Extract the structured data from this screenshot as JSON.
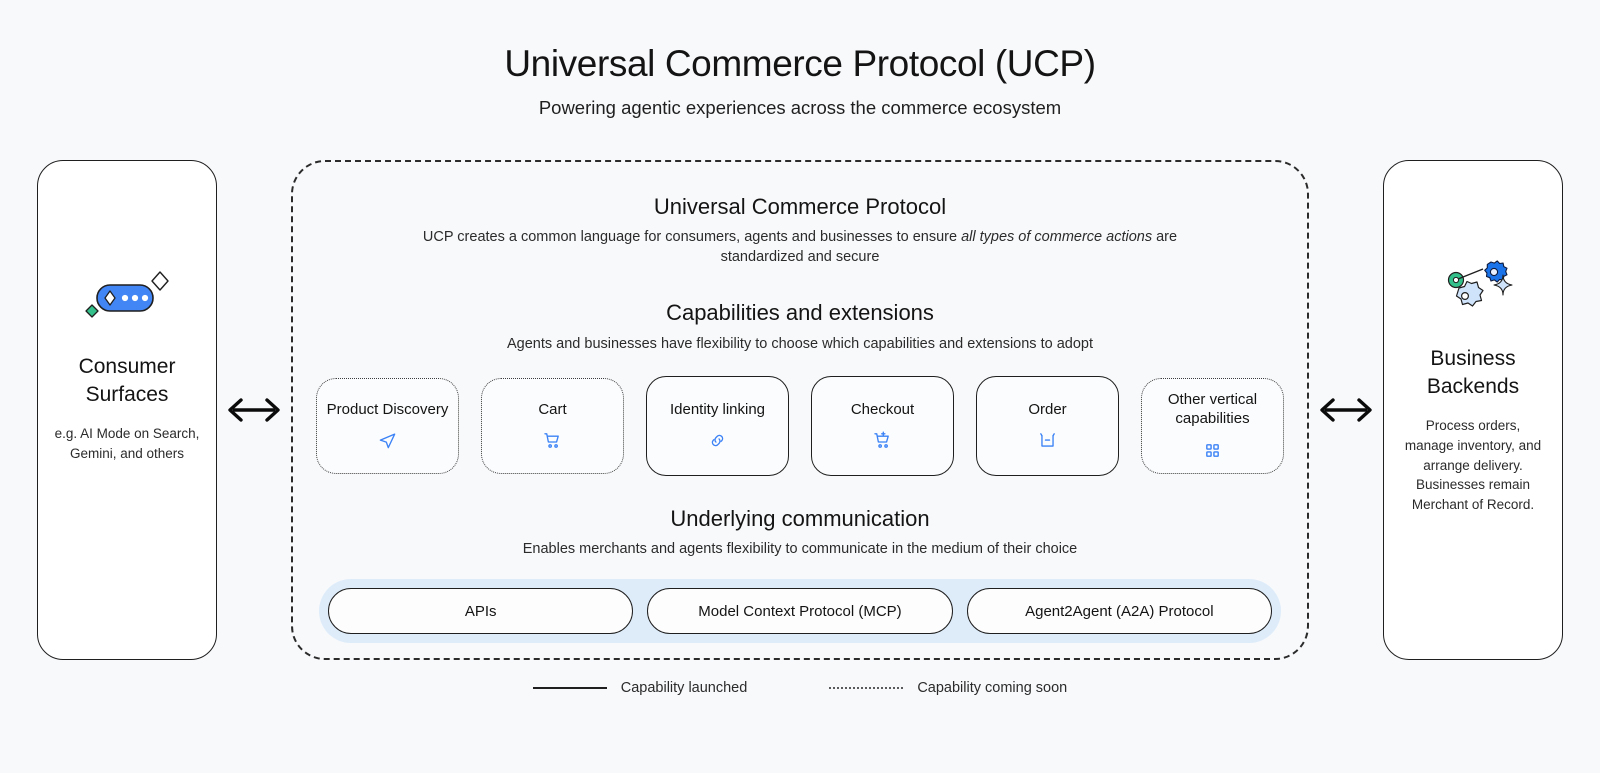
{
  "header": {
    "title": "Universal Commerce Protocol (UCP)",
    "subtitle": "Powering agentic experiences across the commerce ecosystem"
  },
  "left_panel": {
    "icon": "ai-sparkle-pill-icon",
    "title": "Consumer Surfaces",
    "description": "e.g. AI Mode on Search, Gemini, and others"
  },
  "right_panel": {
    "icon": "gears-backend-icon",
    "title": "Business Backends",
    "description": "Process orders, manage inventory, and arrange delivery. Businesses remain Merchant of Record."
  },
  "arrows": {
    "left": "double-arrow-icon",
    "right": "double-arrow-icon"
  },
  "protocol": {
    "ucp": {
      "title": "Universal Commerce Protocol",
      "subtitle_before": "UCP creates a common language for consumers, agents and businesses to ensure ",
      "subtitle_italic": "all types of commerce actions",
      "subtitle_after": " are standardized and secure"
    },
    "capabilities": {
      "title": "Capabilities and extensions",
      "subtitle": "Agents and businesses have flexibility to choose which capabilities and extensions to adopt",
      "cards": [
        {
          "label": "Product Discovery",
          "icon": "send-arrow-icon",
          "status": "soon"
        },
        {
          "label": "Cart",
          "icon": "shopping-cart-icon",
          "status": "soon"
        },
        {
          "label": "Identity linking",
          "icon": "link-icon",
          "status": "launched"
        },
        {
          "label": "Checkout",
          "icon": "cart-checkout-icon",
          "status": "launched"
        },
        {
          "label": "Order",
          "icon": "package-box-icon",
          "status": "launched"
        },
        {
          "label": "Other vertical capabilities",
          "icon": "grid-dots-icon",
          "status": "soon"
        }
      ]
    },
    "communication": {
      "title": "Underlying communication",
      "subtitle": "Enables merchants and agents flexibility to communicate in the medium of their choice",
      "pills": [
        {
          "label": "APIs"
        },
        {
          "label": "Model Context Protocol (MCP)"
        },
        {
          "label": "Agent2Agent (A2A) Protocol"
        }
      ]
    }
  },
  "legend": [
    {
      "label": "Capability launched",
      "style": "solid"
    },
    {
      "label": "Capability coming soon",
      "style": "dotted"
    }
  ],
  "colors": {
    "background": "#f8f9fb",
    "accent_blue": "#3b82f6",
    "comm_bar": "#deecfa",
    "ink": "#1f1f1f",
    "green": "#34a853"
  }
}
